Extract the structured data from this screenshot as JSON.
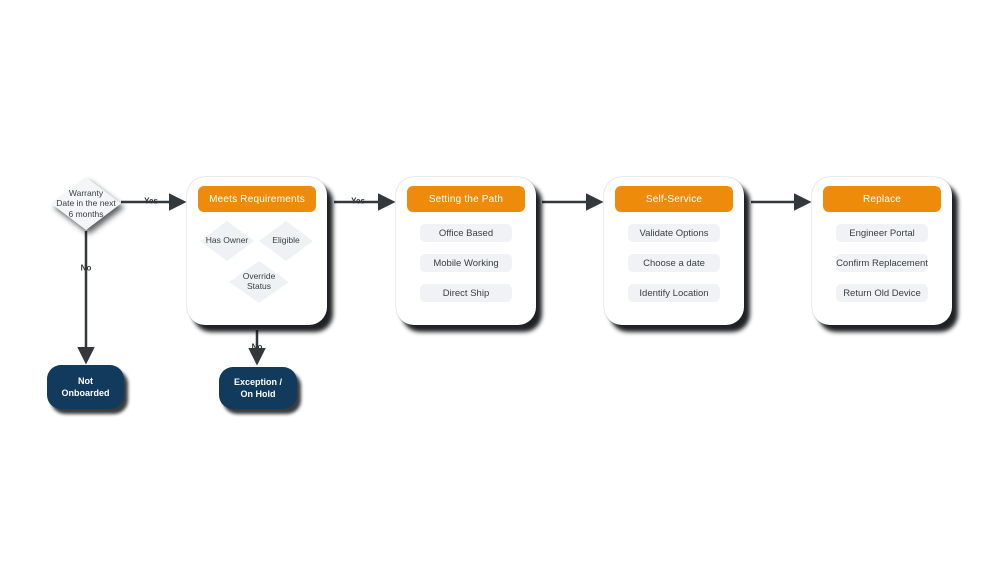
{
  "colors": {
    "background": "#ffffff",
    "accent_orange": "#EF8B0B",
    "navy": "#113A5C",
    "line": "#33383D",
    "node_gray": "#F0F2F5",
    "text_dark": "#3A4046"
  },
  "decision": {
    "label": "Warranty\nDate in the next\n6 months"
  },
  "edge_labels": {
    "yes_to_requirements": "Yes",
    "no_to_not_onboarded": "No",
    "yes_to_setting_path": "Yes",
    "no_to_exception": "No"
  },
  "terminals": {
    "not_onboarded": {
      "label": "Not\nOnboarded"
    },
    "exception_on_hold": {
      "label": "Exception /\nOn Hold"
    }
  },
  "stages": [
    {
      "title": "Meets Requirements",
      "items": [
        "Has Owner",
        "Eligible",
        "Override\nStatus"
      ]
    },
    {
      "title": "Setting the Path",
      "items": [
        "Office Based",
        "Mobile Working",
        "Direct Ship"
      ]
    },
    {
      "title": "Self-Service",
      "items": [
        "Validate Options",
        "Choose a date",
        "Identify Location"
      ]
    },
    {
      "title": "Replace",
      "items": [
        "Engineer Portal",
        "Confirm Replacement",
        "Return Old Device"
      ]
    }
  ]
}
